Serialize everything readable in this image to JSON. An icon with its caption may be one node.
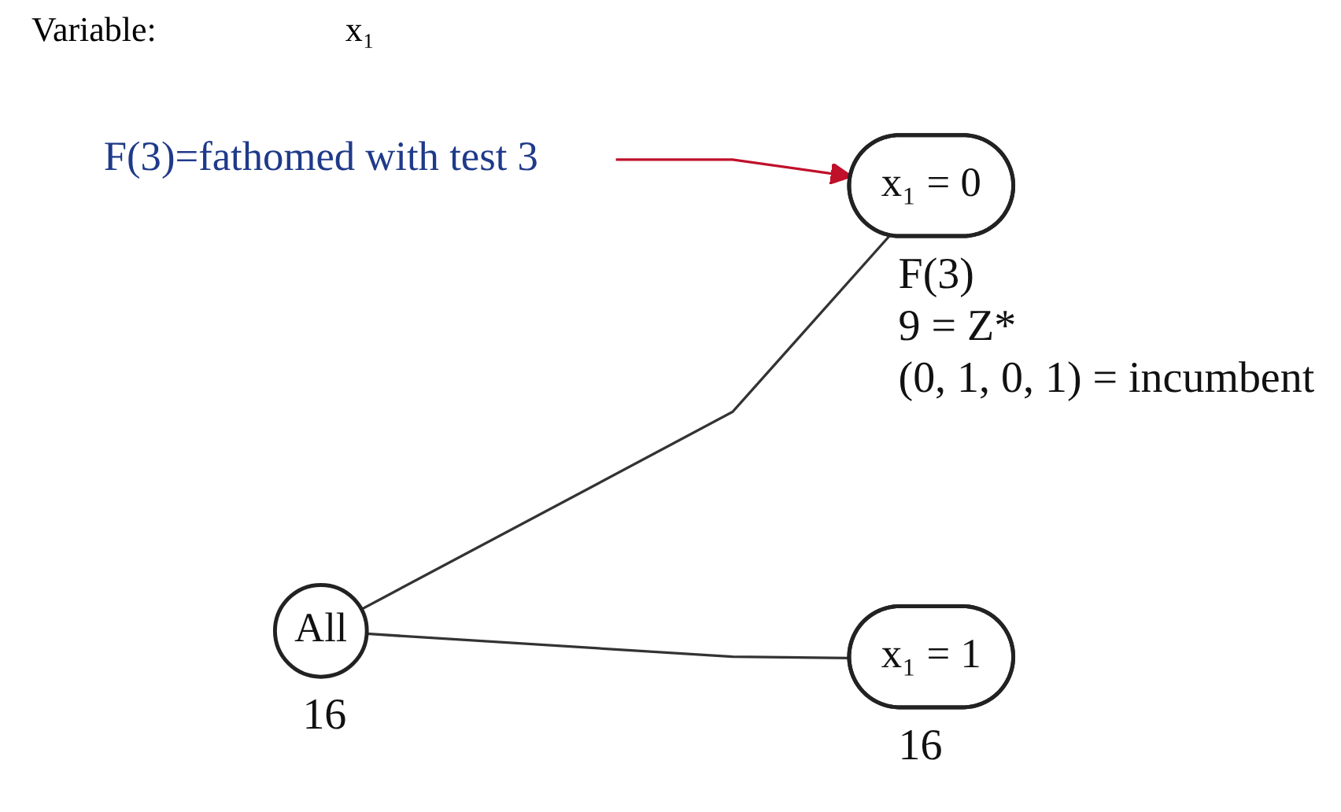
{
  "diagram": {
    "nodes": [
      {
        "text": [
          "All"
        ],
        "beside": [
          "16"
        ]
      },
      {
        "text": [
          "x₁ = 0"
        ],
        "beside": [
          "F(3)",
          "9 = Z*",
          "(0, 1, 0, 1) = incumbent"
        ]
      },
      {
        "text": [
          "x₁ = 1"
        ],
        "beside": [
          "16"
        ]
      },
      {
        "text": [
          "F(3)=fathomed with test 3"
        ]
      }
    ],
    "edges": [
      {
        "from": 0,
        "to": 1,
        "arrow": "none"
      },
      {
        "from": 0,
        "to": 2,
        "arrow": "none"
      },
      {
        "from": 3,
        "to": 1,
        "arrow": "to",
        "color": "#c0102a"
      }
    ],
    "labels": [
      "Variable:",
      "x₁"
    ]
  }
}
